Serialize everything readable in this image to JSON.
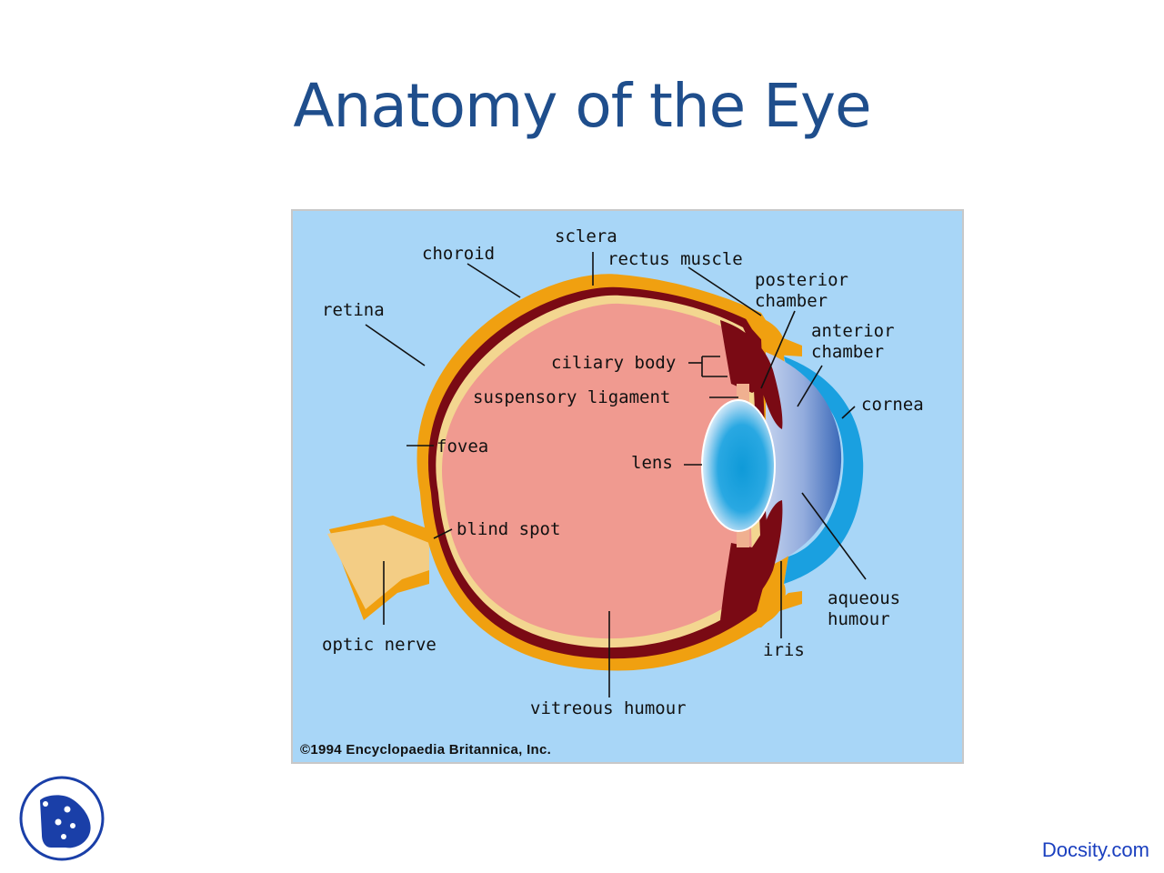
{
  "slide": {
    "title": "Anatomy of the Eye"
  },
  "diagram": {
    "labels": {
      "sclera": "sclera",
      "choroid": "choroid",
      "rectus_muscle": "rectus muscle",
      "posterior": "posterior",
      "chamber1": "chamber",
      "retina": "retina",
      "anterior": "anterior",
      "chamber2": "chamber",
      "ciliary_body": "ciliary body",
      "suspensory_ligament": "suspensory ligament",
      "cornea": "cornea",
      "fovea": "fovea",
      "lens": "lens",
      "blind_spot": "blind spot",
      "aqueous": "aqueous",
      "humour1": "humour",
      "optic_nerve": "optic nerve",
      "iris": "iris",
      "vitreous_humour": "vitreous humour"
    },
    "copyright": "©1994 Encyclopaedia Britannica, Inc."
  },
  "footer": {
    "brand_link": "Docsity.com"
  },
  "colors": {
    "title": "#1f4e8c",
    "panel_bg": "#a8d6f7",
    "sclera": "#f0a010",
    "choroid": "#7a0a14",
    "retina": "#f3d690",
    "vitreous": "#f09a90",
    "cornea": "#1aa0e0",
    "aqueous": "#93acdd",
    "lens": "#1a9ad8",
    "optic_nerve": "#f3cd85",
    "link": "#1a3fbf"
  }
}
